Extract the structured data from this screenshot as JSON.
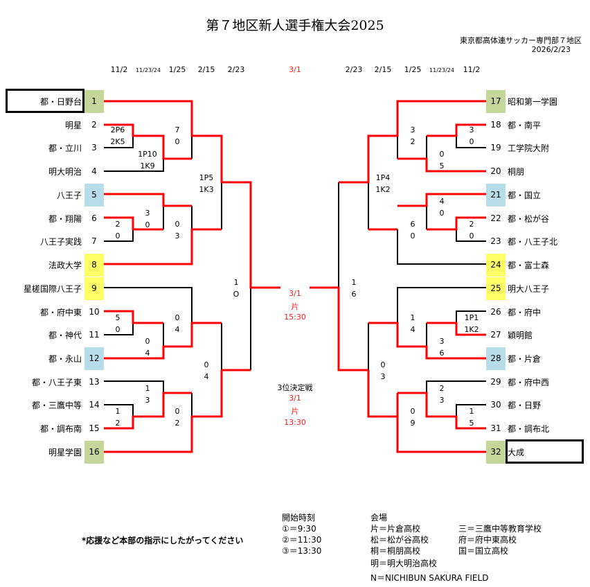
{
  "title": "第７地区新人選手権大会2025",
  "organizer": "東京都高体連サッカー専門部７地区",
  "date": "2026/2/23",
  "rounds_left": [
    "11/2",
    "11/23/24",
    "1/25",
    "2/15",
    "2/23"
  ],
  "final_date": "3/1",
  "rounds_right": [
    "2/23",
    "2/15",
    "1/25",
    "11/23/24",
    "11/2"
  ],
  "teams": [
    {
      "no": "1",
      "name": "都・日野台",
      "seed": "green",
      "boxed": true
    },
    {
      "no": "2",
      "name": "明星"
    },
    {
      "no": "3",
      "name": "都・立川"
    },
    {
      "no": "4",
      "name": "明大明治"
    },
    {
      "no": "5",
      "name": "八王子",
      "seed": "blue"
    },
    {
      "no": "6",
      "name": "都・翔陽"
    },
    {
      "no": "7",
      "name": "八王子実践"
    },
    {
      "no": "8",
      "name": "法政大学",
      "seed": "yellow"
    },
    {
      "no": "9",
      "name": "星槎国際八王子",
      "seed": "yellow"
    },
    {
      "no": "10",
      "name": "都・府中東"
    },
    {
      "no": "11",
      "name": "都・神代"
    },
    {
      "no": "12",
      "name": "都・永山",
      "seed": "blue"
    },
    {
      "no": "13",
      "name": "都・八王子東"
    },
    {
      "no": "14",
      "name": "都・三鷹中等"
    },
    {
      "no": "15",
      "name": "都・調布南"
    },
    {
      "no": "16",
      "name": "明星学園",
      "seed": "green"
    },
    {
      "no": "17",
      "name": "昭和第一学園",
      "seed": "green"
    },
    {
      "no": "18",
      "name": "都・南平"
    },
    {
      "no": "19",
      "name": "工学院大附"
    },
    {
      "no": "20",
      "name": "桐朋"
    },
    {
      "no": "21",
      "name": "都・国立",
      "seed": "blue"
    },
    {
      "no": "22",
      "name": "都・松が谷"
    },
    {
      "no": "23",
      "name": "都・八王子北"
    },
    {
      "no": "24",
      "name": "都・富士森",
      "seed": "yellow"
    },
    {
      "no": "25",
      "name": "明大八王子",
      "seed": "yellow"
    },
    {
      "no": "26",
      "name": "都・府中"
    },
    {
      "no": "27",
      "name": "穎明館"
    },
    {
      "no": "28",
      "name": "都・片倉",
      "seed": "blue"
    },
    {
      "no": "29",
      "name": "都・府中西"
    },
    {
      "no": "30",
      "name": "都・日野"
    },
    {
      "no": "31",
      "name": "都・調布北"
    },
    {
      "no": "32",
      "name": "大成",
      "seed": "green",
      "boxed": true
    }
  ],
  "seed_colors": {
    "green": "#c4d79b",
    "blue": "#b7dde8",
    "yellow": "#ffff66"
  },
  "scores": [
    [
      "2P6",
      "2K5"
    ],
    [
      "1P10",
      "1K9"
    ],
    [
      "7",
      "0"
    ],
    [
      "1P5",
      "1K3"
    ],
    [
      "3",
      "0"
    ],
    [
      "2",
      "0"
    ],
    [
      "0",
      "3"
    ],
    [
      "1",
      "O"
    ],
    [
      "5",
      "0"
    ],
    [
      "0",
      "4"
    ],
    [
      "0",
      "4"
    ],
    [
      "0",
      "4"
    ],
    [
      "1",
      "3"
    ],
    [
      "1",
      "2"
    ],
    [
      "0",
      "2"
    ],
    [
      "3",
      "2"
    ],
    [
      "3",
      "0"
    ],
    [
      "0",
      "5"
    ],
    [
      "1P4",
      "1K2"
    ],
    [
      "4",
      "0"
    ],
    [
      "6",
      "0"
    ],
    [
      "2",
      "0"
    ],
    [
      "1",
      "6"
    ],
    [
      "1",
      "4"
    ],
    [
      "1P1",
      "1K2"
    ],
    [
      "3",
      "6"
    ],
    [
      "0",
      "3"
    ],
    [
      "2",
      "3"
    ],
    [
      "0",
      "9"
    ],
    [
      "1",
      "5"
    ]
  ],
  "final": {
    "date": "3/1",
    "venue": "片",
    "time": "15:30"
  },
  "third_place": {
    "label": "3位決定戦",
    "date": "3/1",
    "venue": "片",
    "time": "13:30"
  },
  "note": "*応援など本部の指示にしたがってください",
  "start_times": {
    "heading": "開始時刻",
    "items": [
      "①＝9:30",
      "②＝11:30",
      "③＝13:30"
    ]
  },
  "venues": {
    "heading": "会場",
    "items": [
      "片＝片倉高校",
      "三＝三鷹中等教育学校",
      "松＝松が谷高校",
      "府＝府中東高校",
      "桐＝桐朋高校",
      "国＝国立高校",
      "明＝明大明治高校",
      "N＝NICHIBUN SAKURA FIELD"
    ]
  },
  "colors": {
    "win": "#ff0000",
    "lose": "#000000",
    "final_text": "#ff1a1a"
  }
}
